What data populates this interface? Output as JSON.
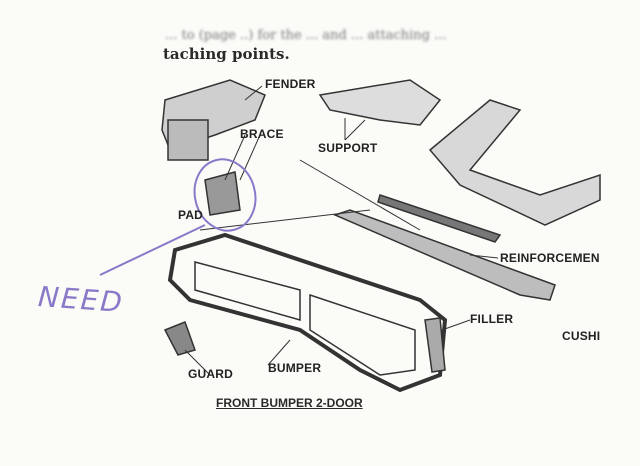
{
  "text": {
    "intro_line1": "... to (page ..) for the ... and ... attaching ...",
    "intro_line2": "taching points.",
    "caption": "FRONT BUMPER 2-DOOR"
  },
  "labels": {
    "fender": "FENDER",
    "brace": "BRACE",
    "support": "SUPPORT",
    "pad": "PAD",
    "reinforcement": "REINFORCEMEN",
    "filler": "FILLER",
    "cushion": "CUSHI",
    "guard": "GUARD",
    "bumper": "BUMPER"
  },
  "annotation": {
    "handwritten": "NEED",
    "ink_color": "#8a78c8"
  }
}
